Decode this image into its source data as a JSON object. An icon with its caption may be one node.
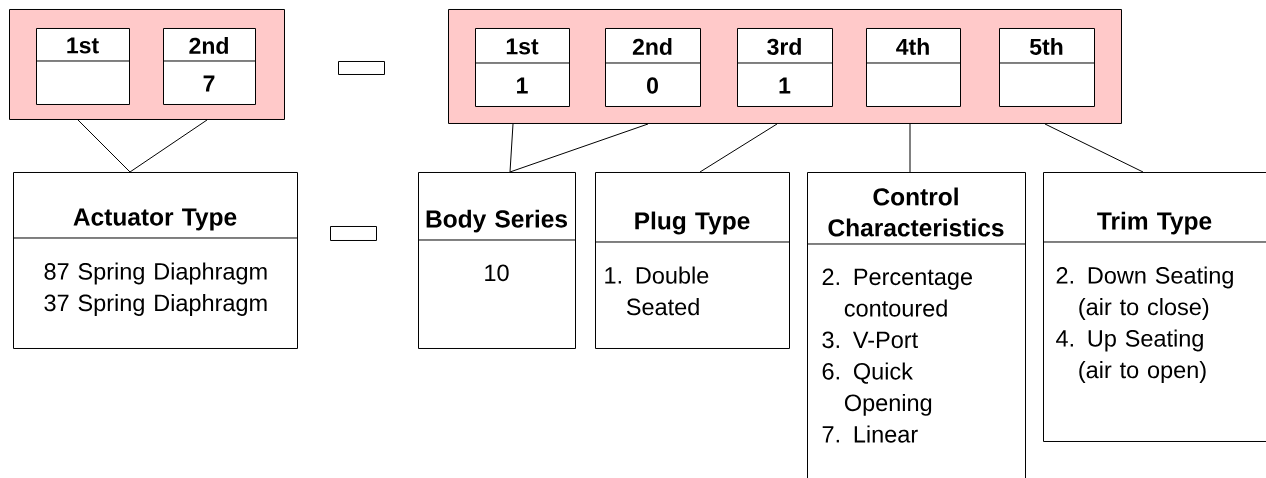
{
  "diagram": {
    "nodes": [
      {
        "text": [],
        "shape": "box"
      },
      {
        "text": [
          "1st"
        ],
        "in": 0
      },
      {
        "text": [
          "2nd",
          "7"
        ],
        "in": 0
      },
      {
        "text": [],
        "shape": "box"
      },
      {
        "text": [
          "1st",
          "1"
        ],
        "in": 3
      },
      {
        "text": [
          "2nd",
          "0"
        ],
        "in": 3
      },
      {
        "text": [
          "3rd",
          "1"
        ],
        "in": 3
      },
      {
        "text": [
          "4th"
        ],
        "in": 3
      },
      {
        "text": [
          "5th"
        ],
        "in": 3
      },
      {
        "text": [
          "Actuator Type",
          "87 Spring Diaphragm",
          "37 Spring Diaphragm"
        ]
      },
      {
        "text": [
          "Body Series",
          "10"
        ]
      },
      {
        "text": [
          "Plug Type",
          "1. Double Seated"
        ]
      },
      {
        "text": [
          "Control Characteristics",
          "2. Percentage contoured",
          "3. V-Port",
          "6. Quick Opening",
          "7. Linear"
        ]
      },
      {
        "text": [
          "Trim Type",
          "2. Down Seating (air to close)",
          "4. Up Seating (air to open)"
        ]
      },
      {
        "text": [],
        "shape": "bar"
      },
      {
        "text": [],
        "shape": "bar"
      }
    ],
    "edges": [
      {
        "from": 1,
        "to": 9,
        "arrow": "none"
      },
      {
        "from": 2,
        "to": 9,
        "arrow": "none"
      },
      {
        "from": 4,
        "to": 10,
        "arrow": "none"
      },
      {
        "from": 5,
        "to": 10,
        "arrow": "none"
      },
      {
        "from": 6,
        "to": 11,
        "arrow": "none"
      },
      {
        "from": 7,
        "to": 12,
        "arrow": "none"
      },
      {
        "from": 8,
        "to": 13,
        "arrow": "none"
      }
    ]
  }
}
